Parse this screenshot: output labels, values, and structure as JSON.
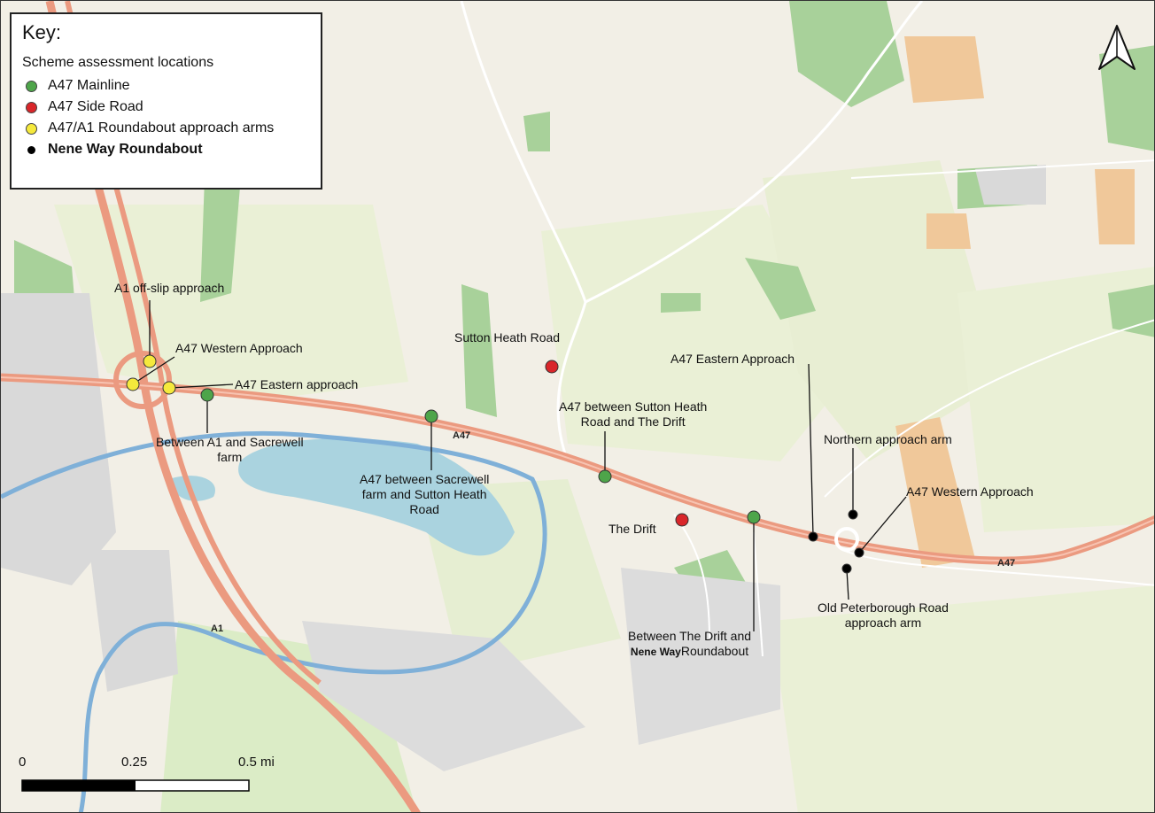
{
  "legend": {
    "title": "Key:",
    "subtitle": "Scheme assessment locations",
    "items": [
      {
        "label": "A47 Mainline",
        "color": "#4ea54a",
        "bold": false
      },
      {
        "label": "A47 Side Road",
        "color": "#d9262a",
        "bold": false
      },
      {
        "label": "A47/A1 Roundabout approach arms",
        "color": "#f5e93c",
        "bold": false
      },
      {
        "label": "Nene Way Roundabout",
        "color": "#000000",
        "bold": true
      }
    ]
  },
  "labels": {
    "a1_offslip": "A1 off-slip approach",
    "a47_western_1": "A47 Western Approach",
    "a47_eastern_small": "A47 Eastern approach",
    "between_a1": "Between A1 and Sacrewell farm",
    "between_a1_l1": "Between A1 and Sacrewell",
    "between_a1_l2": "farm",
    "sacrewell_l1": "A47 between Sacrewell",
    "sacrewell_l2": "farm and Sutton Heath",
    "sacrewell_l3": "Road",
    "sutton_heath": "Sutton Heath Road",
    "sutton_drift_l1": "A47 between Sutton Heath",
    "sutton_drift_l2": "Road and The Drift",
    "the_drift": "The Drift",
    "a47_eastern": "A47 Eastern Approach",
    "northern": "Northern approach arm",
    "a47_western_2": "A47 Western Approach",
    "old_peterborough_l1": "Old Peterborough Road",
    "old_peterborough_l2": "approach arm",
    "drift_roundabout_l1": "Between The Drift and",
    "drift_roundabout_l2a": "Nene Way",
    "drift_roundabout_l2b": "Roundabout"
  },
  "road_labels": {
    "a47": "A47",
    "a1": "A1"
  },
  "scale": {
    "labels": [
      "0",
      "0.25",
      "0.5 mi"
    ]
  },
  "colors": {
    "background": "#f2efe6",
    "field": "#eaf0d6",
    "wood": "#a8d19a",
    "water": "#aad3df",
    "river": "#7fb0d8",
    "road_major": "#eb9a80",
    "road_minor": "#ffffff",
    "farm": "#f0c89a",
    "urban": "#d9d9d9"
  },
  "icons": {
    "north_arrow": "north-arrow-icon"
  }
}
